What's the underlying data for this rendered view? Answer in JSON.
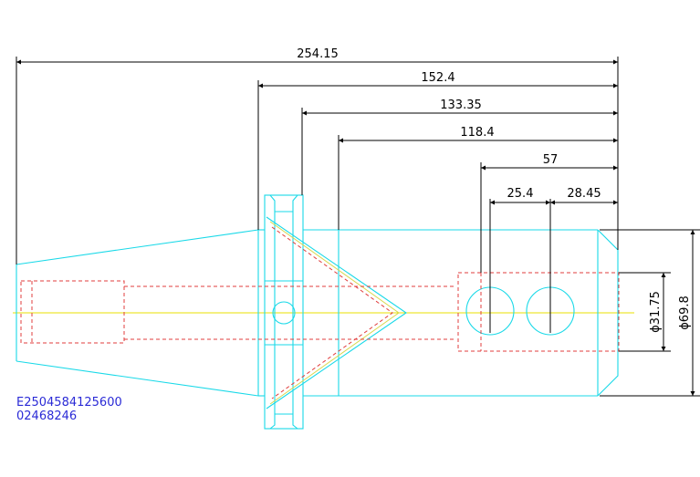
{
  "dimensions": {
    "overall_length": "254.15",
    "flange_to_end": "152.4",
    "groove_to_end": "133.35",
    "body_to_end": "118.4",
    "holes_to_end": "57",
    "hole_spacing": "25.4",
    "hole_to_end": "28.45",
    "bore_diameter": "ϕ31.75",
    "body_diameter": "ϕ69.8"
  },
  "part_info": {
    "code": "E2504584125600",
    "number": "02468246"
  },
  "colors": {
    "outline": "#19d9e8",
    "hidden_lines": "#e03c3c",
    "centerline": "#e8e000",
    "dimension": "#000000",
    "label": "#2a2ad6"
  }
}
